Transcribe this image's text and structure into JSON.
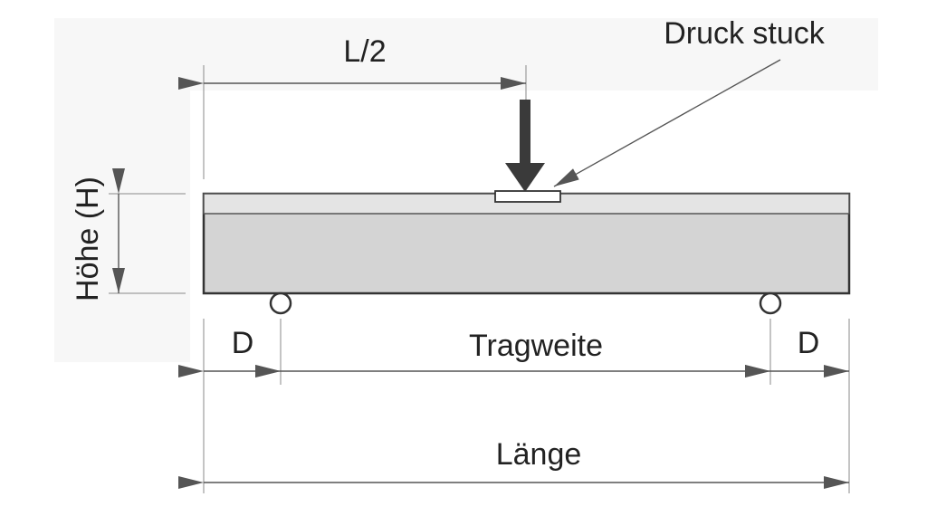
{
  "labels": {
    "half_length": "L/2",
    "pressure_piece": "Druck stuck",
    "height": "Höhe (H)",
    "overhang_left": "D",
    "span": "Tragweite",
    "overhang_right": "D",
    "length": "Länge"
  },
  "colors": {
    "beam_fill": "#d4d4d4",
    "beam_top_strip": "#e4e4e4",
    "outline": "#333333",
    "dimension_line": "#555555",
    "load_arrow": "#3a3a3a",
    "text": "#222222"
  }
}
